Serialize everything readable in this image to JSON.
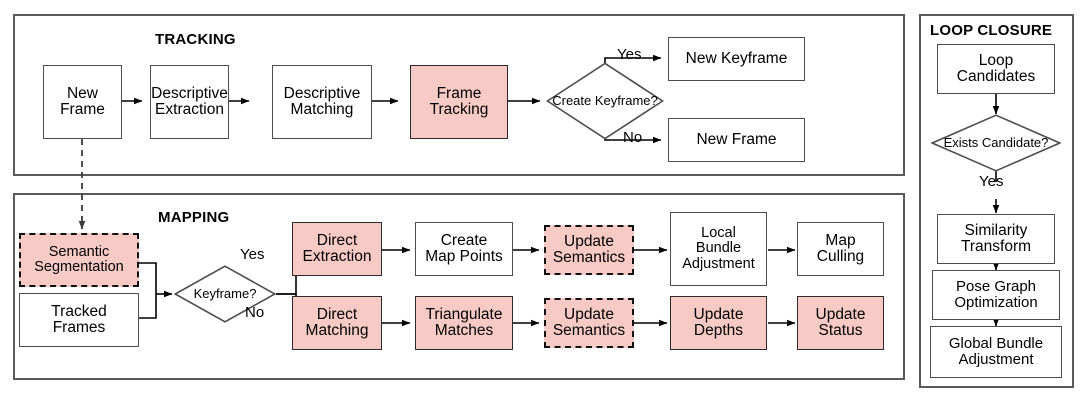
{
  "diagram": {
    "title": "SLAM pipeline block diagram",
    "colors": {
      "highlight_fill": "#f7cac5",
      "plain_fill": "#ffffff",
      "panel_border": "#5a5a5a",
      "node_border": "#4d4d4d",
      "dashed_border": "#111111",
      "line": "#000000"
    }
  },
  "panels": {
    "tracking": {
      "title": "TRACKING"
    },
    "mapping": {
      "title": "MAPPING"
    },
    "loop_closure": {
      "title": "LOOP CLOSURE"
    }
  },
  "tracking": {
    "nodes": [
      {
        "id": "new-frame",
        "label": "New\nFrame",
        "line1": "New",
        "line2": "Frame",
        "style": "plain"
      },
      {
        "id": "descriptive-extraction",
        "label": "Descriptive Extraction",
        "line1": "Descriptive",
        "line2": "Extraction",
        "style": "plain"
      },
      {
        "id": "descriptive-matching",
        "label": "Descriptive Matching",
        "line1": "Descriptive",
        "line2": "Matching",
        "style": "plain"
      },
      {
        "id": "frame-tracking",
        "label": "Frame Tracking",
        "line1": "Frame",
        "line2": "Tracking",
        "style": "highlight"
      },
      {
        "id": "new-keyframe",
        "label": "New Keyframe",
        "line1": "New Keyframe",
        "line2": "",
        "style": "plain"
      },
      {
        "id": "new-frame-out",
        "label": "New Frame",
        "line1": "New Frame",
        "line2": "",
        "style": "plain"
      }
    ],
    "decision": {
      "id": "create-keyframe",
      "line1": "Create",
      "line2": "Keyframe?"
    },
    "edge_labels": {
      "yes": "Yes",
      "no": "No"
    }
  },
  "mapping": {
    "nodes": [
      {
        "id": "semantic-segmentation",
        "line1": "Semantic",
        "line2": "Segmentation",
        "style": "highlight-dashed"
      },
      {
        "id": "tracked-frames",
        "line1": "Tracked",
        "line2": "Frames",
        "style": "plain"
      },
      {
        "id": "direct-extraction",
        "line1": "Direct",
        "line2": "Extraction",
        "style": "highlight"
      },
      {
        "id": "direct-matching",
        "line1": "Direct",
        "line2": "Matching",
        "style": "highlight"
      },
      {
        "id": "create-map-points",
        "line1": "Create",
        "line2": "Map Points",
        "style": "plain"
      },
      {
        "id": "triangulate-matches",
        "line1": "Triangulate",
        "line2": "Matches",
        "style": "highlight"
      },
      {
        "id": "update-semantics-top",
        "line1": "Update",
        "line2": "Semantics",
        "style": "highlight-dashed"
      },
      {
        "id": "update-semantics-bottom",
        "line1": "Update",
        "line2": "Semantics",
        "style": "highlight-dashed"
      },
      {
        "id": "local-bundle-adjustment",
        "line1": "Local",
        "line2": "Bundle",
        "line3": "Adjustment",
        "style": "plain"
      },
      {
        "id": "update-depths",
        "line1": "Update",
        "line2": "Depths",
        "style": "highlight"
      },
      {
        "id": "map-culling",
        "line1": "Map",
        "line2": "Culling",
        "style": "plain"
      },
      {
        "id": "update-status",
        "line1": "Update",
        "line2": "Status",
        "style": "highlight"
      }
    ],
    "decision": {
      "id": "keyframe",
      "line1": "Keyframe?"
    },
    "edge_labels": {
      "yes": "Yes",
      "no": "No"
    }
  },
  "loop_closure": {
    "nodes": [
      {
        "id": "loop-candidates",
        "line1": "Loop",
        "line2": "Candidates",
        "style": "plain"
      },
      {
        "id": "similarity-transform",
        "line1": "Similarity",
        "line2": "Transform",
        "style": "plain"
      },
      {
        "id": "pose-graph-optimization",
        "line1": "Pose Graph",
        "line2": "Optimization",
        "style": "plain"
      },
      {
        "id": "global-bundle-adjustment",
        "line1": "Global Bundle",
        "line2": "Adjustment",
        "style": "plain"
      }
    ],
    "decision": {
      "id": "exists-candidate",
      "line1": "Exists",
      "line2": "Candidate?"
    },
    "edge_labels": {
      "yes": "Yes"
    }
  }
}
